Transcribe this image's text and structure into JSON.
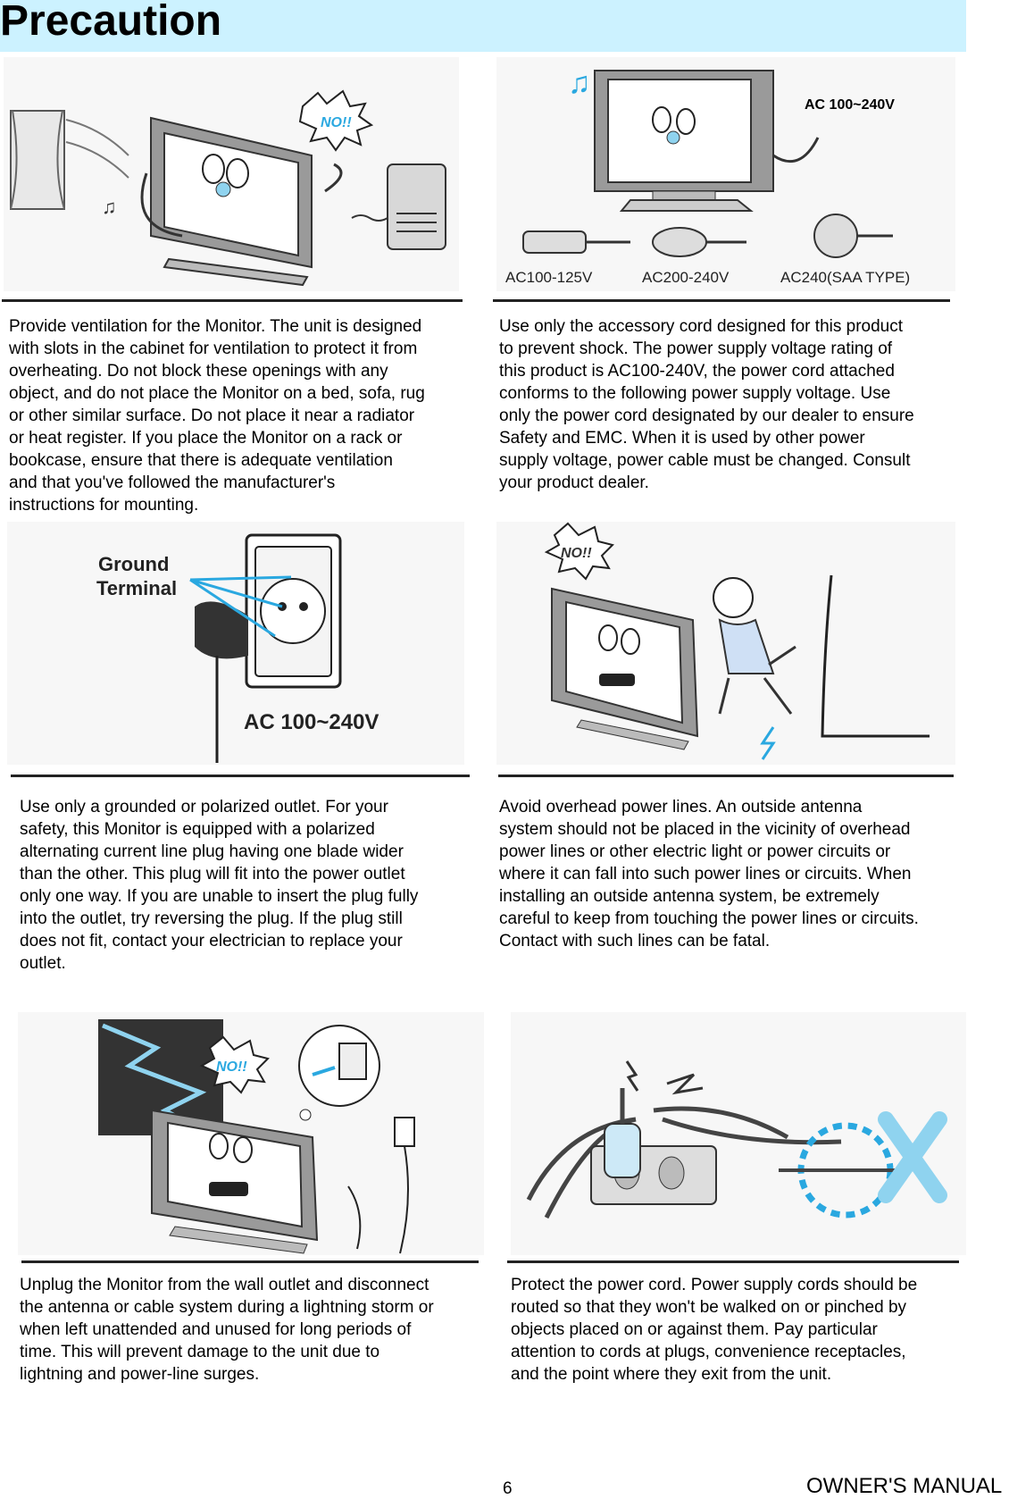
{
  "header": {
    "title": "Precaution"
  },
  "illustrations": {
    "ventilation": {
      "no_sign": "NO!!"
    },
    "power_cord": {
      "voltage_label": "AC 100~240V",
      "plug_labels": [
        "AC100-125V",
        "AC200-240V",
        "AC240(SAA TYPE)"
      ]
    },
    "grounded_outlet": {
      "ground_label_line1": "Ground",
      "ground_label_line2": "Terminal",
      "voltage_label": "AC 100~240V"
    },
    "power_lines": {
      "no_sign": "NO!!"
    },
    "lightning": {
      "no_sign": "NO!!"
    }
  },
  "sections": [
    {
      "id": "ventilation",
      "lines": [
        "Provide ventilation for the Monitor. The unit is designed",
        "with slots in the cabinet for ventilation to protect it from",
        "overheating. Do not block these openings with any",
        "object, and do not place the Monitor on a bed, sofa, rug",
        "or other similar surface. Do not place it near a radiator",
        "or heat register. If you place the Monitor on a rack or",
        "bookcase, ensure that there is adequate ventilation",
        "and that you've followed the manufacturer's",
        "instructions for mounting."
      ]
    },
    {
      "id": "power_cord",
      "lines": [
        "Use only the accessory cord designed for this product",
        "to prevent shock. The power supply voltage rating of",
        "this product is AC100-240V, the power cord attached",
        "conforms to the following power supply voltage. Use",
        "only the power cord designated by our dealer to ensure",
        "Safety and EMC. When it is used by other power",
        "supply voltage, power cable must be changed. Consult",
        "your product dealer."
      ]
    },
    {
      "id": "grounded_outlet",
      "lines": [
        "Use only a grounded or polarized outlet. For your",
        "safety, this Monitor is equipped with a polarized",
        "alternating current line plug having one blade wider",
        "than the other. This plug will fit into the power outlet",
        "only one way. If you are unable to insert the plug fully",
        "into the outlet, try reversing the plug. If the plug still",
        "does not fit, contact your electrician to replace your",
        "outlet."
      ]
    },
    {
      "id": "power_lines",
      "lines": [
        "Avoid overhead power lines. An outside antenna",
        "system should not be placed in the vicinity of overhead",
        "power lines or other electric light or power circuits or",
        "where it can fall into such power lines or circuits. When",
        "installing an outside antenna system, be extremely",
        "careful to keep from touching the power lines or circuits.",
        "Contact with such lines can be fatal."
      ]
    },
    {
      "id": "lightning",
      "lines": [
        "Unplug the Monitor from the wall outlet and disconnect",
        "the antenna or cable system during a lightning storm or",
        "when left unattended and unused for long periods of",
        "time. This will prevent damage to the unit due to",
        "lightning and power-line surges."
      ]
    },
    {
      "id": "cord_protection",
      "lines": [
        "Protect the power cord. Power supply cords should be",
        "routed so that they won't be walked on or pinched by",
        "objects placed on or against them. Pay particular",
        "attention to cords at plugs, convenience receptacles,",
        "and the point where they exit from the unit."
      ]
    }
  ],
  "footer": {
    "page_number": "6",
    "manual_label": "OWNER'S MANUAL"
  },
  "colors": {
    "title_bar": "#ccf2ff",
    "accent_blue": "#2aa8e0",
    "rule": "#222222"
  }
}
